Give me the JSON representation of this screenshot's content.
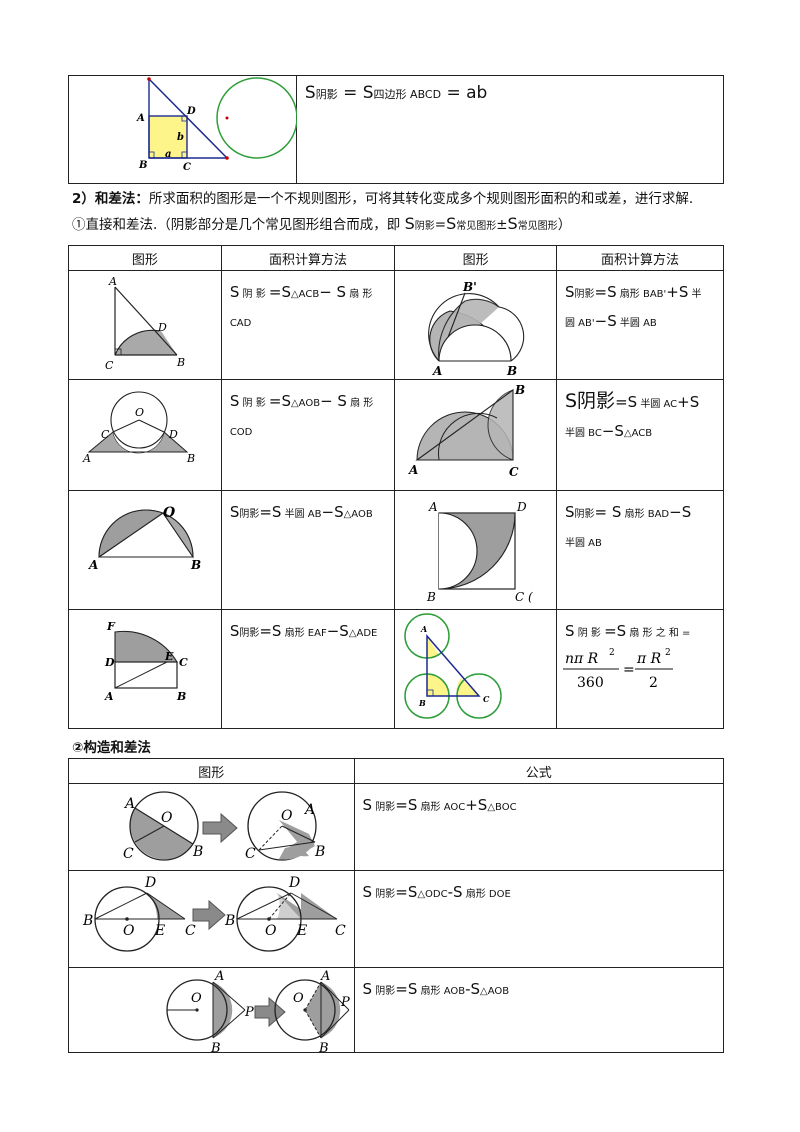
{
  "top_formula": {
    "s": "S",
    "sub_shadow": "阴影",
    "eq": " = ",
    "s2": "S",
    "sub2": "四边形 ABCD",
    "rhs": " = ab"
  },
  "section2": {
    "bold": "2）和差法：",
    "text": "所求面积的图形是一个不规则图形，可将其转化变成多个规则图形面积的和或差，进行求解."
  },
  "line1": {
    "prefix": "①直接和差法.（阴影部分是几个常见图形组合而成，即 ",
    "s1": "S",
    "sub1": "阴影",
    "eq": "=",
    "s2": "S",
    "sub2": "常见图形",
    "pm": "±",
    "s3": "S",
    "sub3": "常见图形",
    "suffix": "）"
  },
  "table1_headers": [
    "图形",
    "面积计算方法",
    "图形",
    "面积计算方法"
  ],
  "t1_formulas": {
    "r1c1": {
      "s": "S",
      "a": " 阴 影 ",
      "b": "=S",
      "c": "△ACB",
      "d": "− S",
      "e": " 扇 形",
      "f": "CAD"
    },
    "r1c2": {
      "s": "S",
      "a": "阴影",
      "b": "=S",
      "c": " 扇形 BAB'",
      "d": "+S",
      "e": " 半",
      "f": "圆 AB'",
      "g": "−S",
      "h": " 半圆 AB"
    },
    "r2c1": {
      "s": "S",
      "a": " 阴 影 ",
      "b": "=S",
      "c": "△AOB",
      "d": "− S",
      "e": " 扇 形",
      "f": "COD"
    },
    "r2c2": {
      "s": "S",
      "a": "阴影",
      "b": "=S",
      "c": " 半圆 AC",
      "d": "+S",
      "f": "半圆 BC",
      "g": "−S",
      "h": "△ACB"
    },
    "r3c1": {
      "s": "S",
      "a": "阴影",
      "b": "=S",
      "c": " 半圆 AB",
      "d": "−S",
      "e": "△AOB"
    },
    "r3c2": {
      "s": "S",
      "a": "阴影",
      "b": "=  S",
      "c": " 扇形 BAD",
      "d": "−S",
      "f": "半圆 AB"
    },
    "r4c1": {
      "s": "S",
      "a": "阴影",
      "b": "=S",
      "c": " 扇形 EAF",
      "d": "−S",
      "e": "△ADE"
    },
    "r4c2": {
      "s": "S",
      "a": " 阴 影 ",
      "b": "=S",
      "c": " 扇 形 之 和 ="
    }
  },
  "fraction": {
    "num1": "nπ R",
    "sup1": "2",
    "den1": "360",
    "eq": "=",
    "num2": "π R",
    "sup2": "2",
    "den2": "2"
  },
  "section_construct": "②构造和差法",
  "table2_headers": [
    "图形",
    "公式"
  ],
  "t2_formulas": [
    {
      "s": "S",
      "a": " 阴影",
      "b": "=S",
      "c": " 扇形 AOC",
      "d": "+S",
      "e": "△BOC"
    },
    {
      "s": "S",
      "a": " 阴影",
      "b": "=S",
      "c": "△ODC",
      "d": "-S",
      "e": " 扇形 DOE"
    },
    {
      "s": "S",
      "a": " 阴影",
      "b": "=S",
      "c": " 扇形 AOB",
      "d": "-S",
      "e": "△AOB"
    }
  ],
  "labels": {
    "A": "A",
    "B": "B",
    "C": "C",
    "D": "D",
    "E": "E",
    "F": "F",
    "O": "O",
    "P": "P",
    "Bp": "B'",
    "a": "a",
    "b": "b",
    "C_open": "C ("
  },
  "colors": {
    "shade": "#a9a9a9",
    "shade_light": "#cfcfcf",
    "yellow": "#fdf58a",
    "green": "#2e9e3a",
    "blue": "#1c2a8f",
    "arrow": "#8a8a8a"
  }
}
